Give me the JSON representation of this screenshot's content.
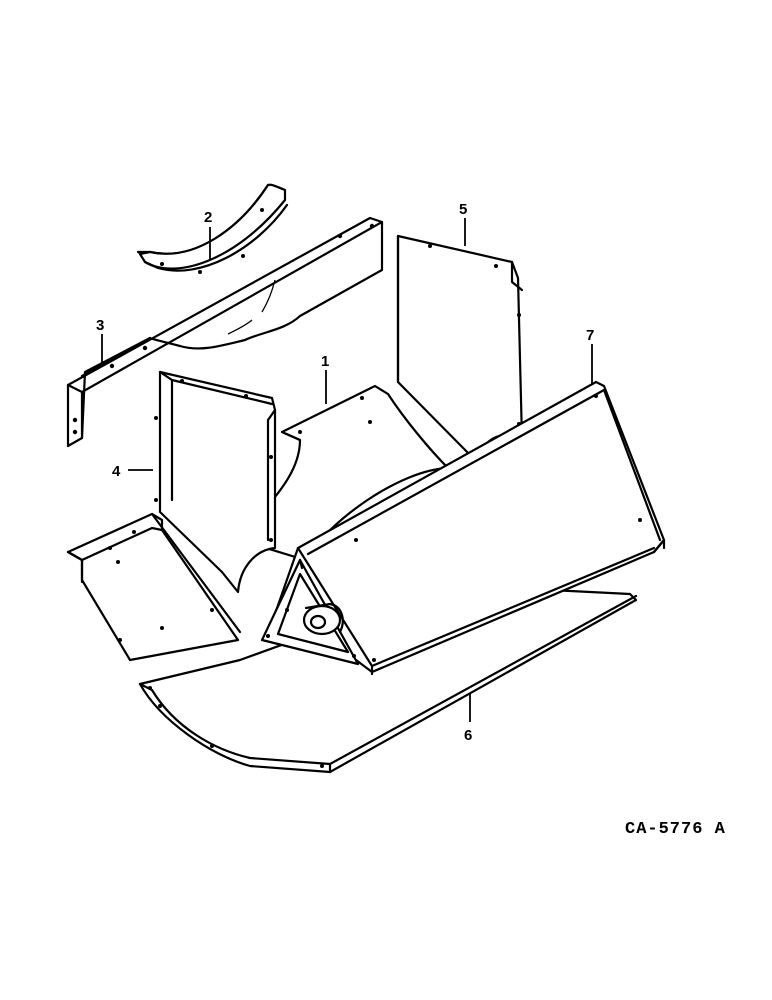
{
  "diagram": {
    "callouts": [
      {
        "id": "1",
        "label": "1"
      },
      {
        "id": "2",
        "label": "2"
      },
      {
        "id": "3",
        "label": "3"
      },
      {
        "id": "4",
        "label": "4"
      },
      {
        "id": "5",
        "label": "5"
      },
      {
        "id": "6",
        "label": "6"
      },
      {
        "id": "7",
        "label": "7"
      }
    ],
    "reference_code": "CA-5776 A"
  }
}
